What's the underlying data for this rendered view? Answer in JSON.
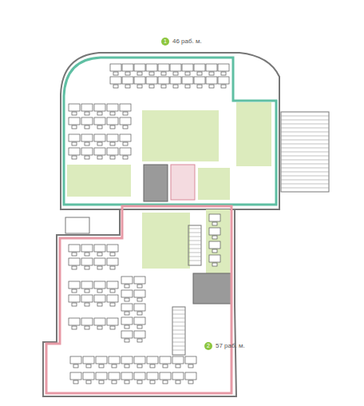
{
  "diagram": {
    "labels": [
      "1",
      "46 раб. м.",
      "2",
      "57 раб. м."
    ]
  }
}
